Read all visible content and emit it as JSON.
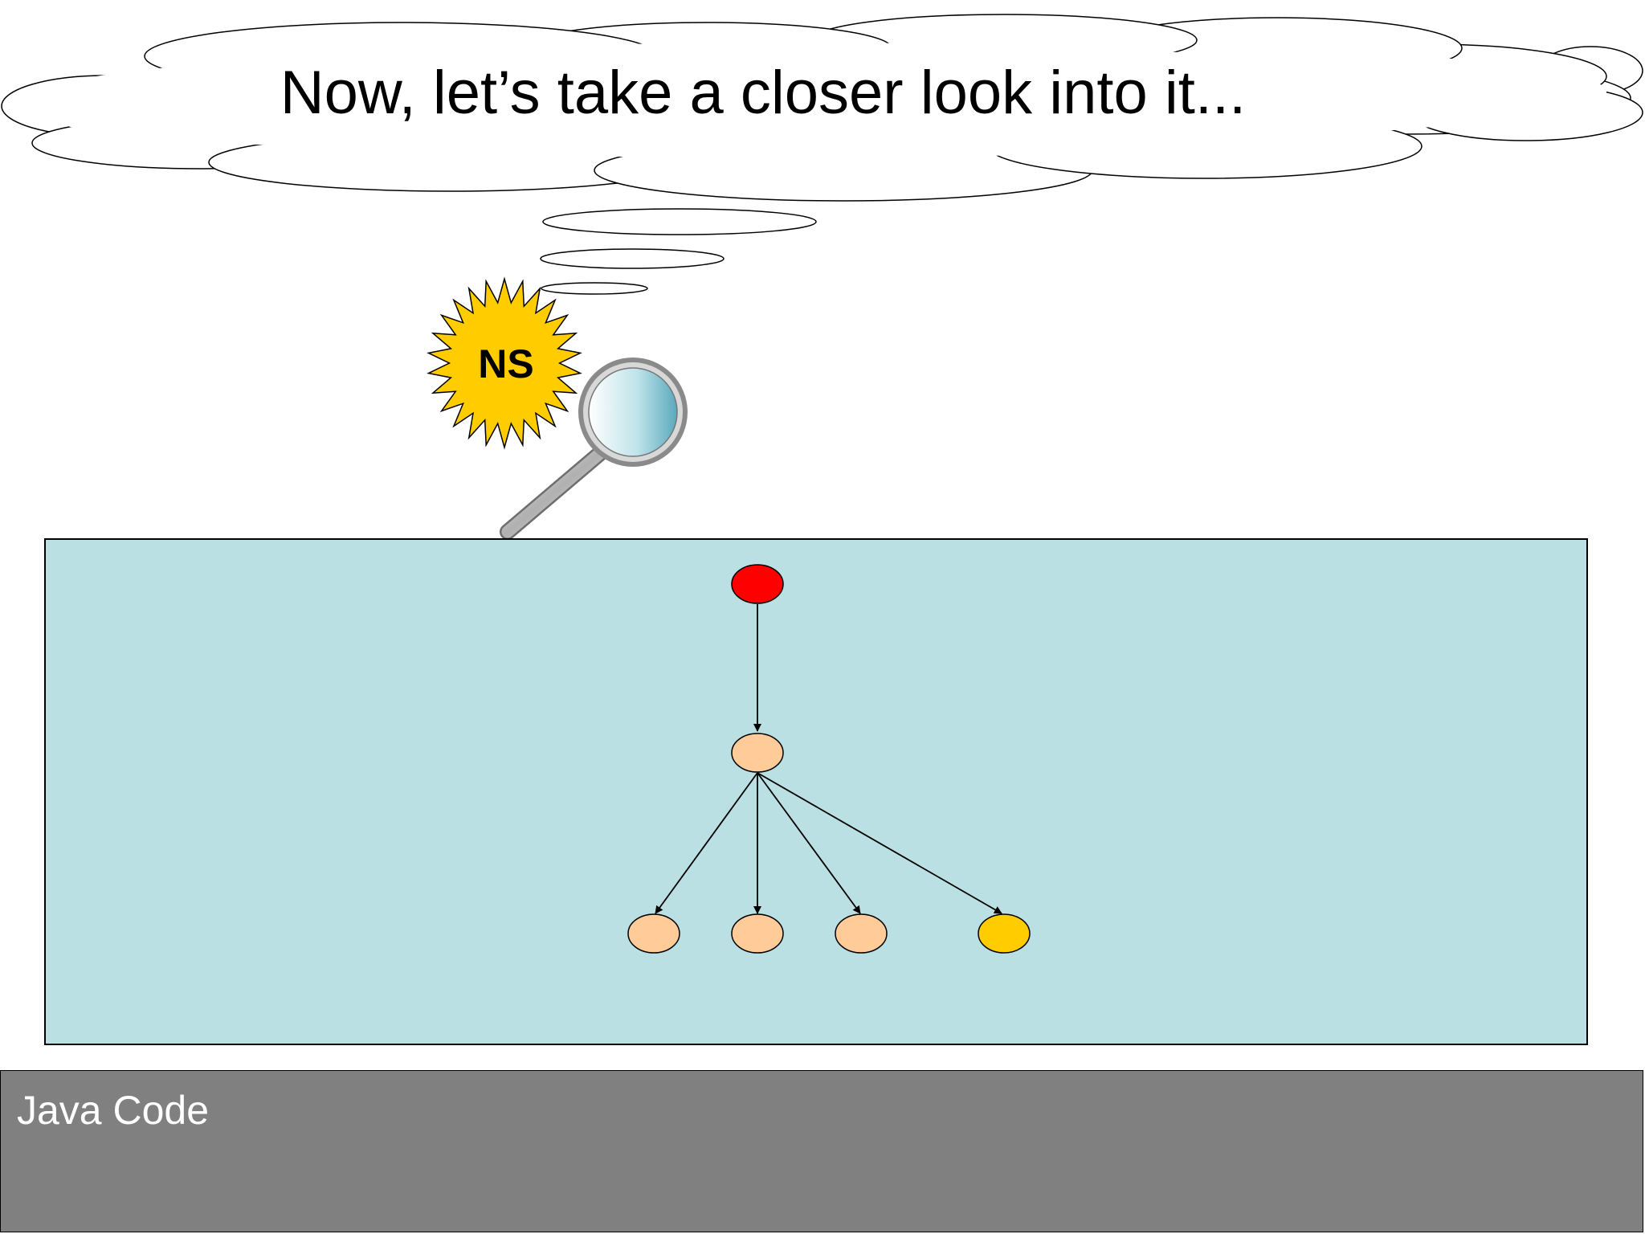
{
  "thought_bubble": {
    "text": "Now, let’s take a closer look into it..."
  },
  "badge": {
    "text": "NS",
    "color": "#FFCC00"
  },
  "magnifier": {
    "icon": "magnifying-glass-icon"
  },
  "canvas": {
    "background": "#BBE0E3"
  },
  "tree": {
    "root": {
      "color": "#FF0000"
    },
    "child": {
      "color": "#FFCC99"
    },
    "leaves": [
      {
        "color": "#FFCC99"
      },
      {
        "color": "#FFCC99"
      },
      {
        "color": "#FFCC99"
      },
      {
        "color": "#FFCC00"
      }
    ]
  },
  "footer": {
    "label": "Java Code",
    "color": "#808080"
  }
}
